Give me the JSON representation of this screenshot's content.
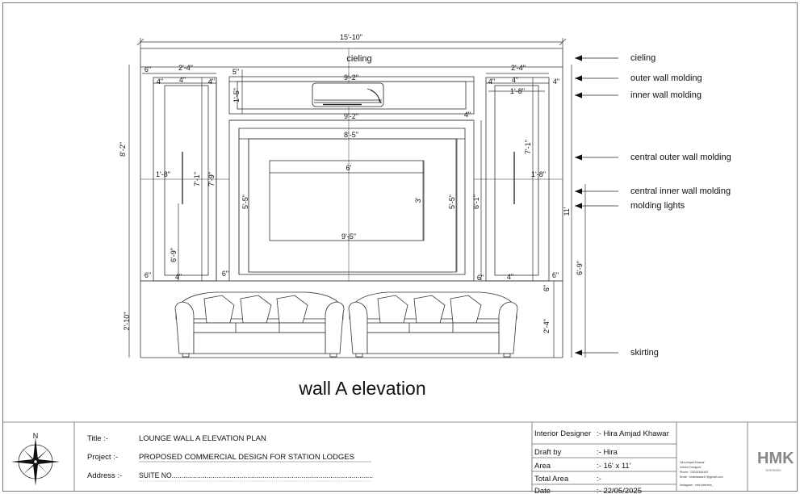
{
  "dimensions": {
    "overall_width": "15'-10\"",
    "ceiling_label": "cieling",
    "left_top_6": "6\"",
    "left_panel_width": "2'-4\"",
    "left_4a": "4\"",
    "left_4b": "4\"",
    "left_4c": "4\"",
    "top_5": "5\"",
    "ac_zone_width": "9'-2\"",
    "ac_zone_height": "1'-5\"",
    "central_outer_width": "9'-2\"",
    "right_top_4": "4\"",
    "central_inner_width": "8'-5\"",
    "tv_width": "6'",
    "tv_height": "3'",
    "central_bottom": "9'-5\"",
    "central_inner_height": "5'-5\"",
    "central_inner_height_r": "5'-5\"",
    "central_outer_height": "6'-1\"",
    "left_wall_height": "8'-2\"",
    "left_inner_1_8": "1'-8\"",
    "left_7_1": "7'-1\"",
    "left_7_9": "7'-9\"",
    "left_6_9": "6'-9\"",
    "left_bot_6": "6\"",
    "left_bot_4": "4\"",
    "left_bot_6b": "6\"",
    "right_panel_width": "2'-4\"",
    "right_4a": "4\"",
    "right_4b": "4\"",
    "right_4c": "4\"",
    "right_1_8_top": "1'-8\"",
    "right_7_1": "7'-1\"",
    "right_1_8": "1'-8\"",
    "right_bot_6a": "6\"",
    "right_bot_4": "4\"",
    "right_bot_6b": "6\"",
    "right_6": "6\"",
    "right_2_4": "2'-4\"",
    "overall_height": "11'",
    "right_6_9": "6'-9\"",
    "skirting_height": "2'-10\""
  },
  "legend": {
    "cieling": "cieling",
    "outer_wall_molding": "outer wall molding",
    "inner_wall_molding": "inner wall molding",
    "central_outer_wall_molding": "central outer wall molding",
    "central_inner_wall_molding": "central inner wall molding",
    "molding_lights": "molding lights",
    "skirting": "skirting"
  },
  "drawing_title": "wall A elevation",
  "title_block": {
    "title_label": "Title :-",
    "title_value": "LOUNGE WALL A ELEVATION PLAN",
    "project_label": "Project :-",
    "project_value": "PROPOSED COMMERCIAL DESIGN FOR STATION LODGES",
    "address_label": "Address :-",
    "address_value": "SUITE NO........................................................................................................",
    "designer_label": "Interior Designer",
    "designer_value": ":- Hira Amjad Khawar",
    "draft_label": "Draft by",
    "draft_value": ":- Hira",
    "area_label": "Area",
    "area_value": ":-  16' x 11'",
    "total_label": "Total Area",
    "total_value": ":-",
    "date_label": "Date",
    "date_value": ":- 22/05/2025",
    "compass_n": "N",
    "contact_name": "Hira Amjad Khawar",
    "contact_role": "Interior Designer",
    "contact_phone": "Phone : 03034345163",
    "contact_email": "Email : hirakhawar47@gmail.com",
    "contact_insta": "Instagram : hmk.interiors_",
    "logo_text": "HMK",
    "logo_sub": "INTERIORS"
  }
}
